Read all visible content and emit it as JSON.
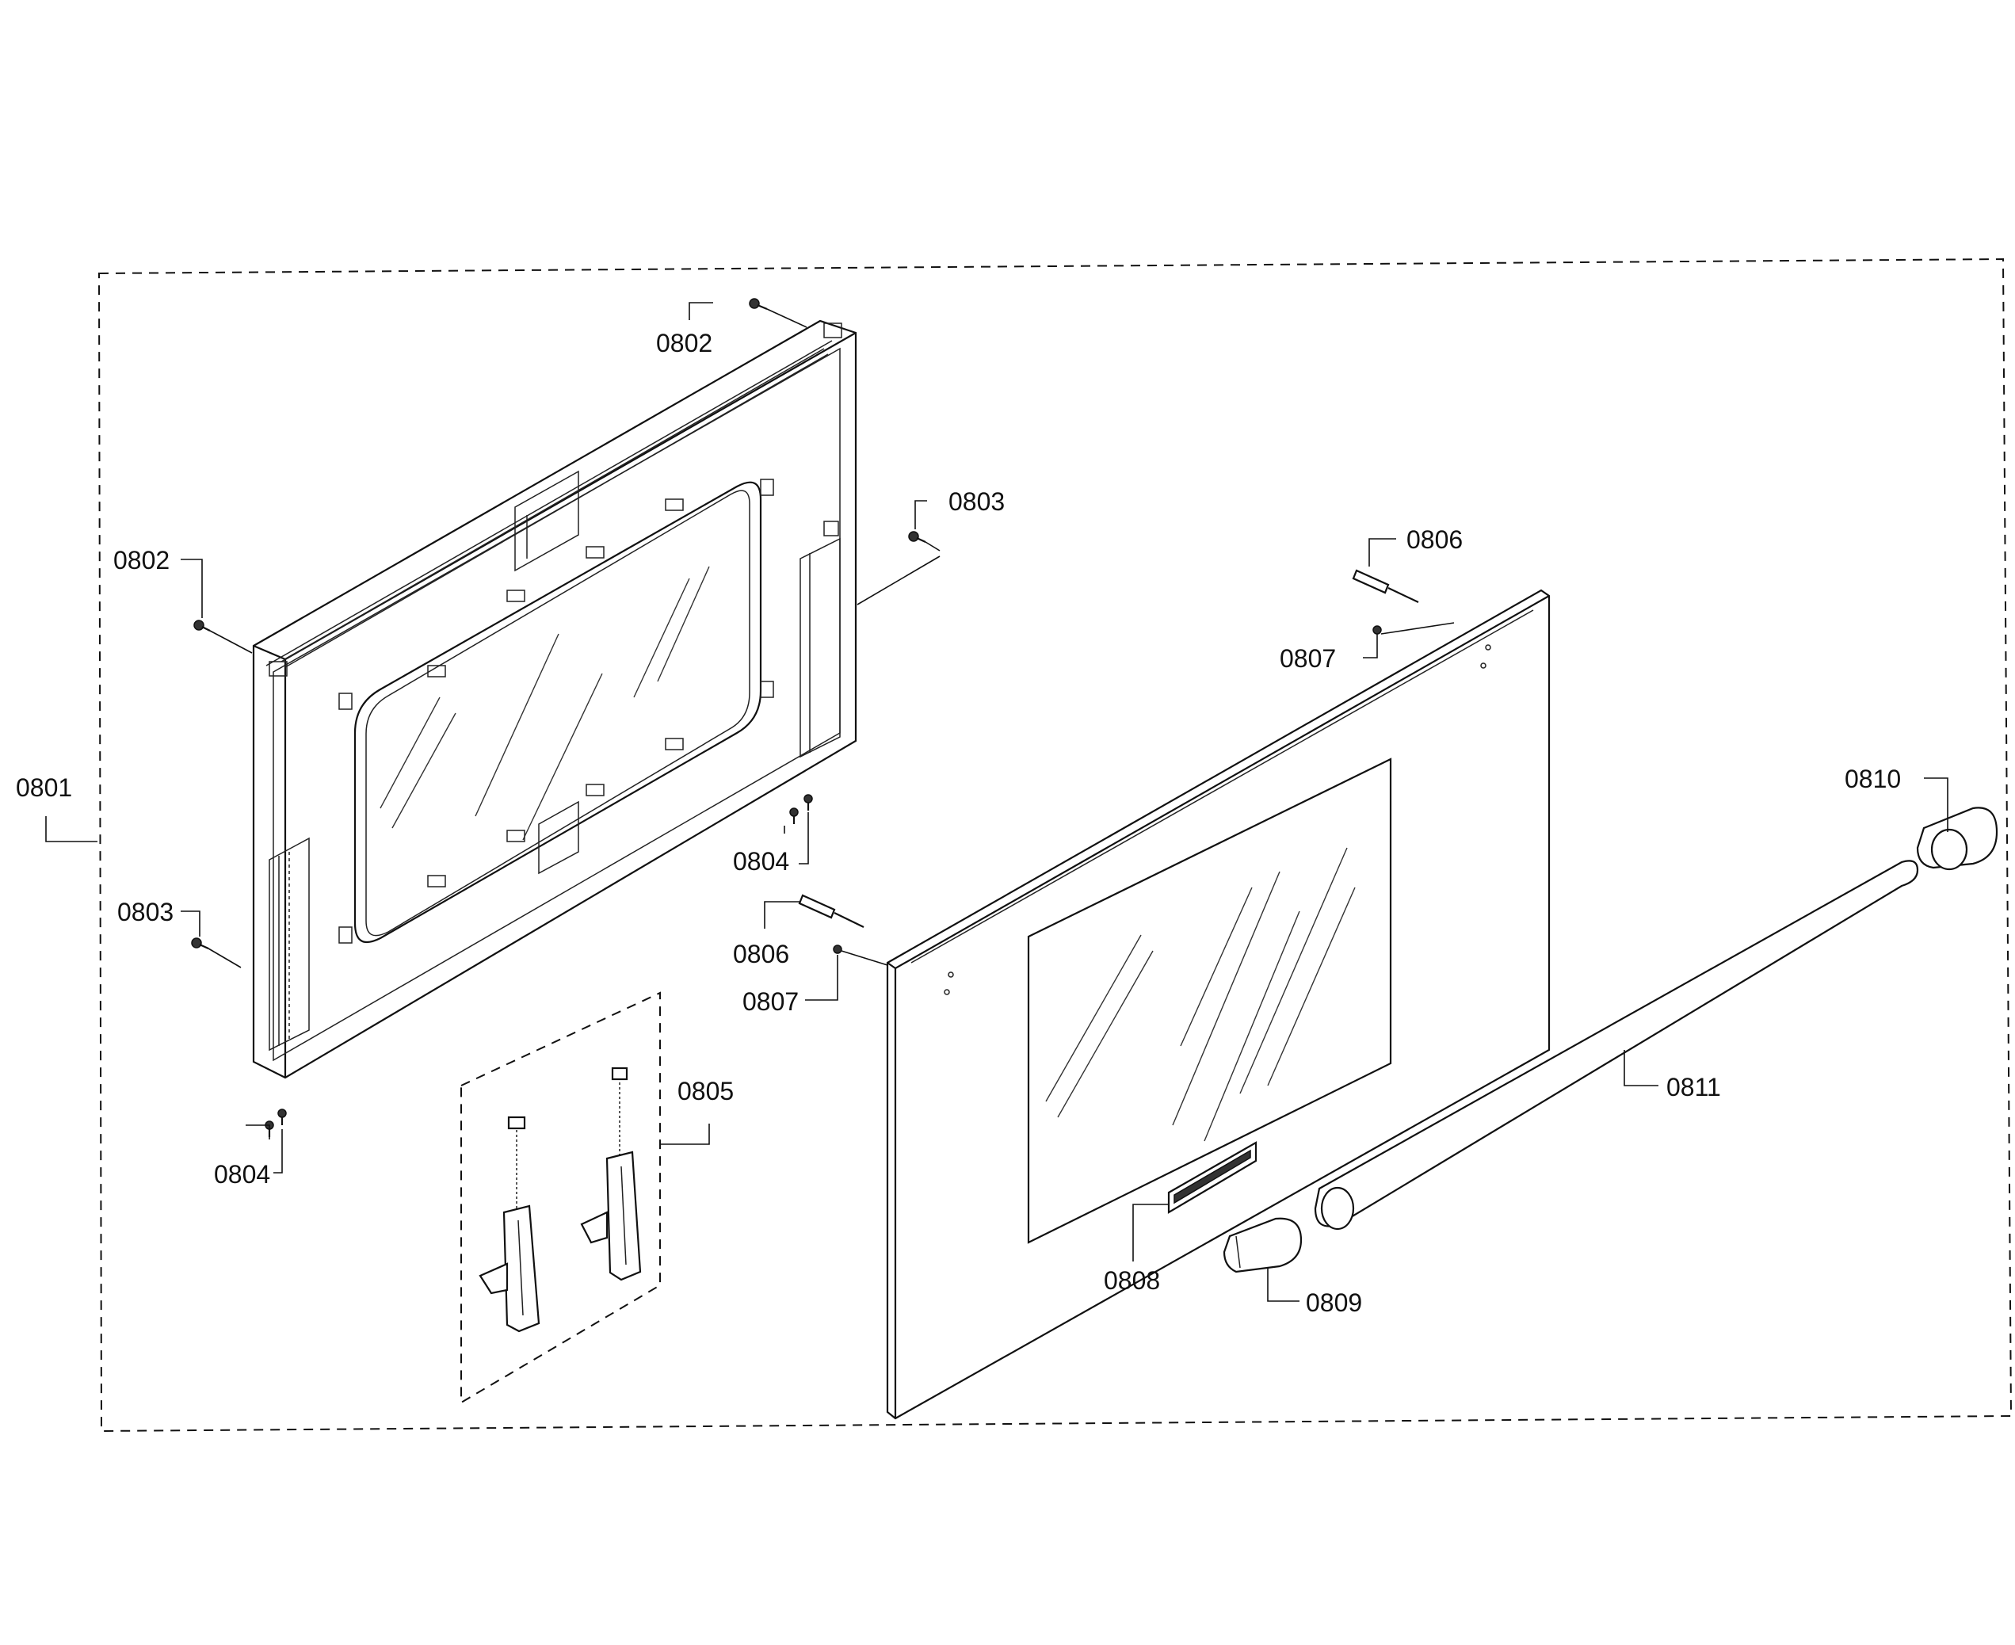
{
  "callouts": {
    "c0801": "0801",
    "c0802a": "0802",
    "c0802b": "0802",
    "c0803a": "0803",
    "c0803b": "0803",
    "c0804a": "0804",
    "c0804b": "0804",
    "c0805": "0805",
    "c0806a": "0806",
    "c0806b": "0806",
    "c0807a": "0807",
    "c0807b": "0807",
    "c0808": "0808",
    "c0809": "0809",
    "c0810": "0810",
    "c0811": "0811"
  }
}
